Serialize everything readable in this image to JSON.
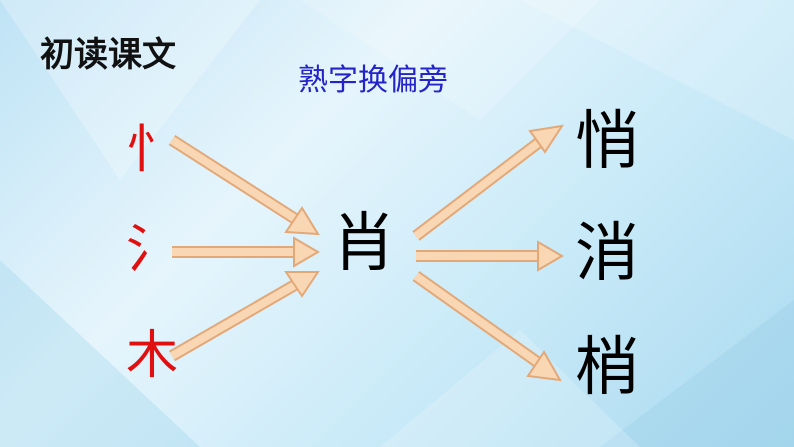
{
  "section_title": "初读课文",
  "subtitle": "熟字换偏旁",
  "radicals": [
    "忄",
    "氵",
    "木"
  ],
  "center_char": "肖",
  "results": [
    "悄",
    "消",
    "梢"
  ],
  "colors": {
    "radical": "#e01010",
    "subtitle": "#2323c8",
    "arrow_fill": "#fad7b4",
    "arrow_stroke": "#e2a878"
  }
}
